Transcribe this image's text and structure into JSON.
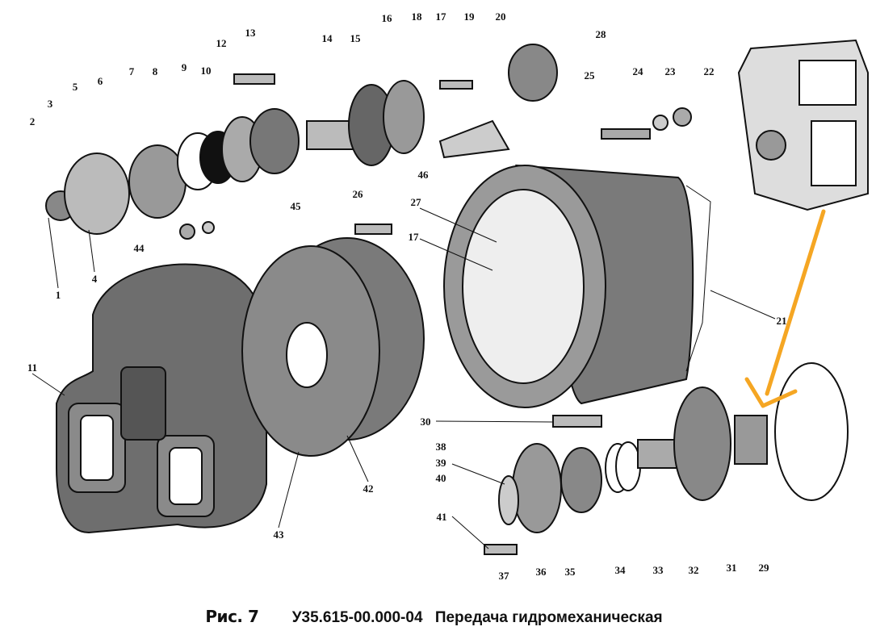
{
  "caption": {
    "figure": "Рис. 7",
    "code": "У35.615-00.000-04",
    "title": "Передача гидромеханическая"
  },
  "part_labels": [
    "1",
    "2",
    "3",
    "4",
    "5",
    "6",
    "7",
    "8",
    "9",
    "10",
    "11",
    "12",
    "13",
    "14",
    "15",
    "16",
    "17",
    "18",
    "19",
    "20",
    "21",
    "22",
    "23",
    "24",
    "25",
    "26",
    "27",
    "28",
    "29",
    "30",
    "31",
    "32",
    "33",
    "34",
    "35",
    "36",
    "37",
    "38",
    "39",
    "40",
    "41",
    "42",
    "43",
    "44",
    "45",
    "46",
    "17"
  ],
  "colors": {
    "arrow": "#F5A623",
    "ink": "#111111",
    "stipple": "#7a7a7a"
  }
}
